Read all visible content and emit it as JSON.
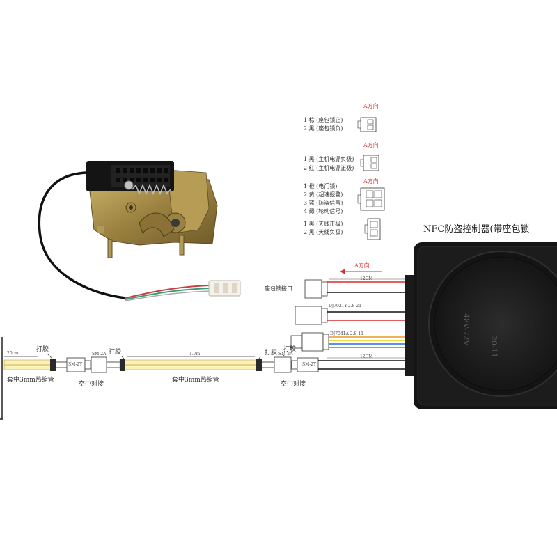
{
  "controller": {
    "title": "NFC防盗控制器(带座包锁",
    "voltage_label": "48V-72V",
    "date_label": "20-11"
  },
  "connectors": [
    {
      "direction": "A方向",
      "pins": [
        "1 棕 (座包锁正)",
        "2 黑 (座包锁负)"
      ]
    },
    {
      "direction": "A方向",
      "pins": [
        "1 黑 (主机电源负极)",
        "2 红 (主机电源正极)"
      ]
    },
    {
      "direction": "A方向",
      "pins": [
        "1 橙 (电门锁)",
        "2 黄 (超速报警)",
        "3 蓝 (防盗信号)",
        "4 绿 (轮动信号)"
      ]
    },
    {
      "direction": "",
      "pins": [
        "1 黑 (天线正极)",
        "2 黑 (天线负极)"
      ]
    }
  ],
  "wiring": {
    "direction_arrow": "A方向",
    "seat_lock_port": "座包锁接口",
    "len_top": "12CM",
    "len_bottom": "12CM",
    "part_power": "DJ7021Y-2.8-21",
    "part_signal": "DJ7041A-2.8-11",
    "sm2y_left": "SM-2Y",
    "sm2a_left": "SM-2A",
    "sm2a_right": "SM-2A",
    "sm2y_right": "SM-2Y",
    "dajiao_1": "打胶",
    "dajiao_2": "打胶",
    "dajiao_3": "打胶",
    "dajiao_4": "打胶",
    "len_20cm": "20cm",
    "len_1_7m": "1.7m",
    "tube_left": "套中3mm热缩管",
    "tube_mid": "套中3mm热缩管",
    "butt_left": "空中对接",
    "butt_right": "空中对接"
  },
  "colors": {
    "wire_red": "#d62b2b",
    "wire_yellow": "#e8d200",
    "wire_blue": "#2a6bd8",
    "wire_green": "#2aa84a",
    "wire_black": "#111111",
    "tube": "#fbf0b8",
    "controller": "#151515",
    "arrow": "#d23030"
  },
  "icons": [
    "seat-lock-photo",
    "controller-box",
    "connector-2pin-icon",
    "connector-4pin-icon"
  ]
}
